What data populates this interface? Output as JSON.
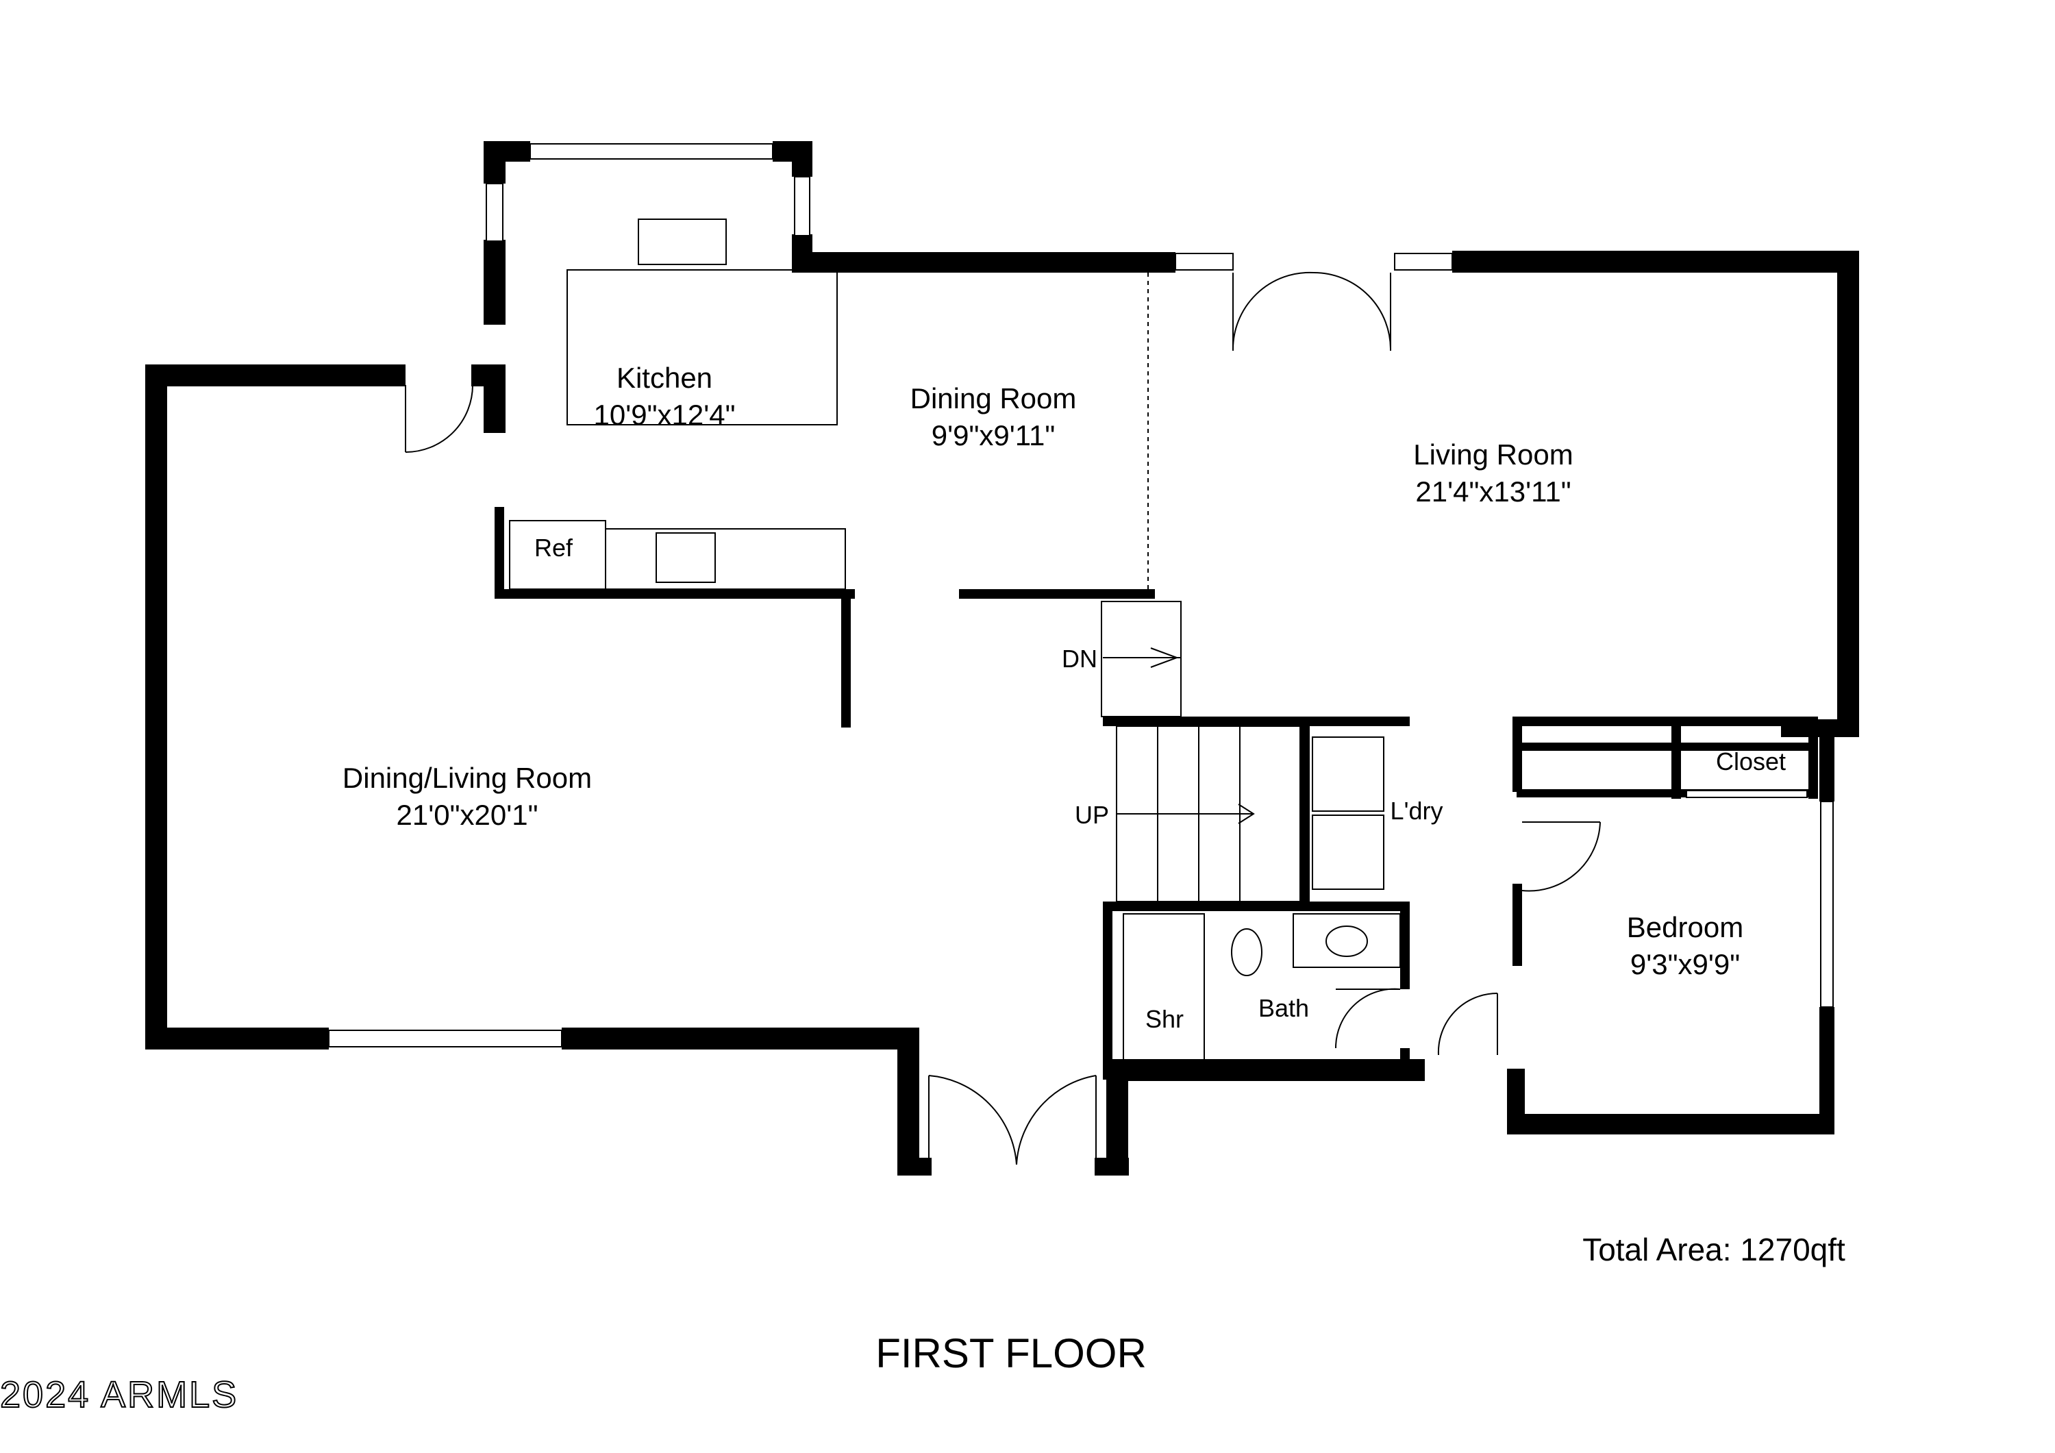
{
  "plan": {
    "floor_title": "FIRST FLOOR",
    "total_area": "Total Area: 1270qft",
    "watermark": "2024 ARMLS",
    "rooms": {
      "kitchen": {
        "name": "Kitchen",
        "dims": "10'9\"x12'4\""
      },
      "dining_room": {
        "name": "Dining Room",
        "dims": "9'9\"x9'11\""
      },
      "living_room": {
        "name": "Living Room",
        "dims": "21'4\"x13'11\""
      },
      "dining_living_room": {
        "name": "Dining/Living Room",
        "dims": "21'0\"x20'1\""
      },
      "bedroom": {
        "name": "Bedroom",
        "dims": "9'3\"x9'9\""
      }
    },
    "labels": {
      "ref": "Ref",
      "dn": "DN",
      "up": "UP",
      "laundry": "L'dry",
      "closet": "Closet",
      "bath": "Bath",
      "shower": "Shr"
    }
  }
}
